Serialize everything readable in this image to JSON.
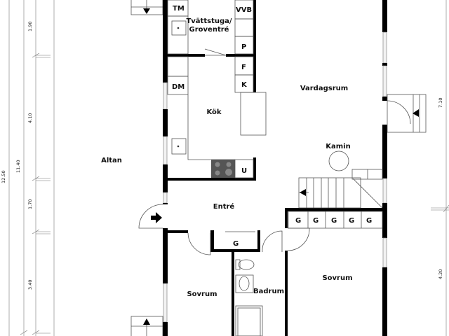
{
  "rooms": {
    "laundry": "Tvättstuga/",
    "laundry2": "Groventré",
    "kitchen": "Kök",
    "living": "Vardagsrum",
    "terrace": "Altan",
    "entrance": "Entré",
    "fireplace": "Kamin",
    "bedroom_left": "Sovrum",
    "bedroom_right": "Sovrum",
    "bathroom": "Badrum"
  },
  "fixtures": {
    "tm": "TM",
    "vvb": "VVB",
    "p": "P",
    "f": "F",
    "k": "K",
    "dm": "DM",
    "u": "U",
    "closet_hall": "G",
    "closets": [
      "G",
      "G",
      "G",
      "G",
      "G"
    ]
  },
  "dimensions": {
    "total": "12.50",
    "inner": "11.40",
    "left_segments": [
      "1.90",
      "4.10",
      "1.70",
      "3.40"
    ],
    "right_segments": [
      "7.10",
      "4.20"
    ]
  },
  "colors": {
    "wall": "#000000",
    "window": "#f2f2f2",
    "stove": "#555555"
  }
}
